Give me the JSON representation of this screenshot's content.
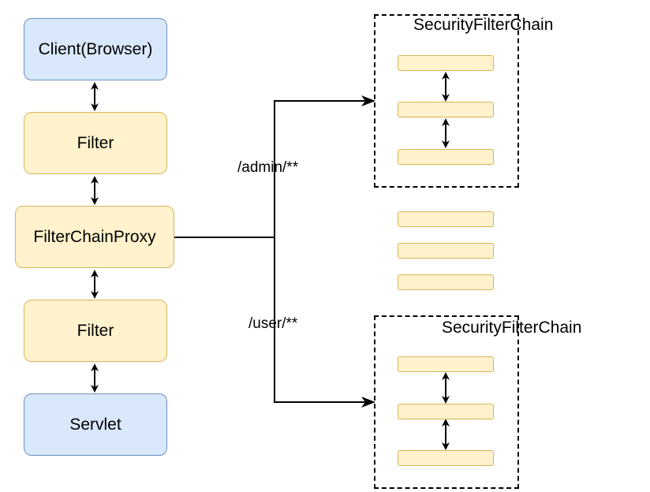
{
  "nodes": {
    "client": "Client(Browser)",
    "filter_top": "Filter",
    "proxy": "FilterChainProxy",
    "filter_bottom": "Filter",
    "servlet": "Servlet"
  },
  "routes": {
    "admin": "/admin/**",
    "user": "/user/**"
  },
  "chains": {
    "top_title": "SecurityFilterChain",
    "bottom_title": "SecurityFilterChain"
  },
  "colors": {
    "blue_fill": "#dae8fc",
    "blue_stroke": "#6c8ebf",
    "yellow_fill": "#fff2cc",
    "yellow_stroke": "#d6b656"
  }
}
